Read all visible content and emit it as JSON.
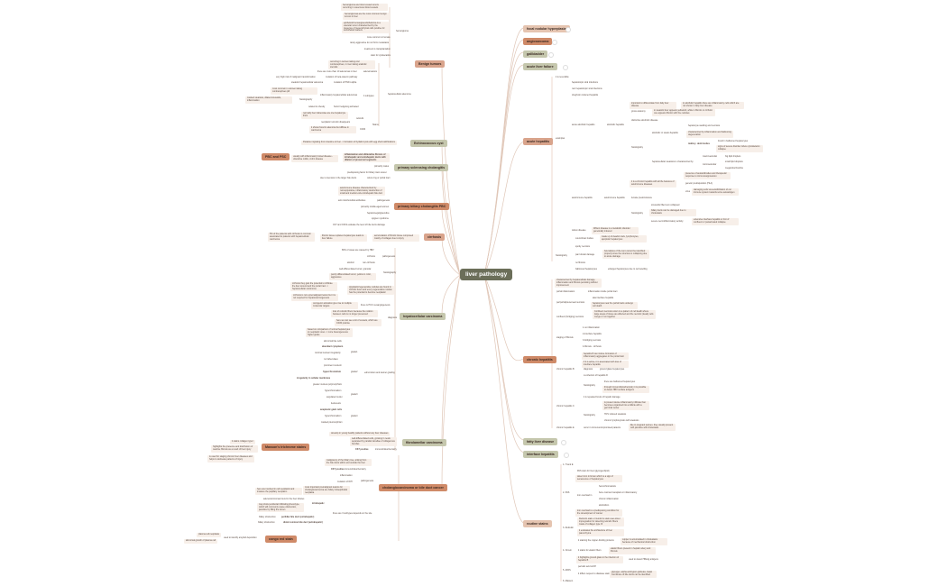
{
  "title": "liver pathology",
  "colors": {
    "root": "#6b6e59",
    "salmon": "#d9a48c",
    "orange": "#cf8a68",
    "olive": "#c5c7ad",
    "tan": "#e5c4b0",
    "leaf_bg": "#f7efe9",
    "link": "#e0c7b8"
  },
  "right_branches": {
    "focal_nodular_hyperplasia": "focal nodular hyperplasia",
    "angiosarcoma": "angiosarcoma",
    "gallbladder": "gallbladder",
    "acute_liver_failure": "acute liver failure",
    "acute_hepatitis": {
      "label": "acute hepatitis",
      "children": {
        "reversible": "it is reversible",
        "examples": "examples",
        "hep_viral": "hepatotropic viral infections",
        "nonhep_viral": "non hepatotropic viral infections",
        "drug": "drug/toxin induced hepatitis",
        "aah": "acute alcoholic hepatitis",
        "alcoholic_hepatitis": "alcoholic hepatitis",
        "diff_fatty": "important to differentiate from fatty liver disease",
        "diff_fatty_note": "in alcoholic hepatitis there are inflammatory cells which are not shown in fatty liver disease",
        "gross": "gross anatomy",
        "gross_note": "in steatotic liver appears yellowish, while in fibrotic or cirrhotic one appears fibrotic with fine nodules",
        "distinctive": "distinctive alcoholic disease",
        "histo": "histolograhy",
        "severe": "alcoholic or steato hepatitis",
        "swelling": "hepatocyte swelling and necrosis",
        "inflam": "characterized by inflammation and ballooning degeneration",
        "mallory": "mallory- denk bodies",
        "mallory_1": "found in ballooned hepatocytes",
        "mallory_2": "signs of severe disorder where cytoskeleton collapse",
        "steatosis": "hepatocellular steatosis is characterized by",
        "macro": "macrovesicular",
        "macro_note": "big lipid droplets",
        "micro": "microvesicular",
        "micro_1": "small lipid droplets",
        "micro_2": "megamitochondria",
        "aih": "autoimmune hepatitis",
        "aih2": "autoimmune hepatitis",
        "aih_chronic": "it is a chronic hepatitis with all the features of autoimmune diseases",
        "aih_1": "presence of autoantibodies and therapeutic response to immunosuppression",
        "aih_2": "genetic predisposition (HLA)",
        "aih_3": "virus",
        "aih_3_note": "damaging cells via sensibilization of our immune system towards some autoantigen",
        "female": "female predominance",
        "aih_histo": "histolograhy",
        "aih_h1": "sinusoids filled vein collapsed",
        "aih_h2": "biliary ducts can be damaged due to cholestasis",
        "aih_h3": "severe necroinflammatory activity",
        "aih_h3_note": "extensive interface hepatitis or foci of confluent or panacinated collapse",
        "wilson": "wilson disease",
        "wilson_note": "Wilson disease is a metabolic disorder genetically induced",
        "histopath": "histolograhy",
        "councilman": "councilman bodies",
        "councilman_note": "made up of dead/or dels, lymphocytes, apoptotic hepatocytes",
        "spotty": "spotty necrosis",
        "panlob": "pan lobular damage",
        "panlob_note": "boundaries of the zero cannot be identified properly since the structure is collapsing due to acute damage",
        "nofib": "no fibrosis",
        "ballooned": "ballooned hepatocytes",
        "ballooned_note": "enlarged hepatocytes due to cell swelling"
      }
    },
    "chronic_hepatitis": {
      "label": "chronic hepatitis",
      "children": {
        "intro": "characterized by hepatocellular damage, inflammation and fibrosis persisting without improvement",
        "portal": "portal inflammation",
        "portal_note": "inflammation inside portal tract",
        "periportal": "periportal/piecemeal necrosis",
        "periportal_1": "aka interface hepatitis",
        "periportal_2": "hepatocytes near the portal tracts undergo cell death",
        "confluent": "confluent (bridging) necrosis",
        "confluent_note": "Confluent necrosis refers to a pattern of cell death where large areas of tissue are affected and the necrotic (dead) cells merge or run together",
        "staging": "staging of fibrosis",
        "s1": "1-no inflammation",
        "s2": "2-interface hepatitis",
        "s3": "3-bridging necrosis",
        "s4": "4-fibrosis - cirrhosis",
        "hbv": "chronic hepatitis B",
        "hbv_1": "hepatitis B can induce formation of inflammatory aggregates in the portal tract",
        "hbv_2": "if it is active, it is associated with loss of interface hepatitis",
        "hbv_diag": "diagnosis",
        "hbv_diag_note": "ground glass hepatocytes",
        "hbv_coinf": "co-infection of hepatitis D",
        "hbv_histo": "histolograhy",
        "hbv_h1": "there are ballooned hepatocytes",
        "hbv_h2": "through immunohistochemistry it is possible to detect HBV surface antigens",
        "hcv": "chronic hepatitis C",
        "hcv_1": "it is repeated bouts of hepatic damage",
        "hcv_histo": "histolograhy",
        "hcv_h1": "is present dense inflammatory infiltrate that becomes organized into a follicle with a germinal center",
        "hcv_h2": "HCV induced steatosis",
        "hcv_h3": "chronic lymphocytosis with steatosis",
        "hev": "chronic hepatitis E",
        "hev_1": "occur in immunocompromised patients",
        "hev_2": "like in pregnant women, they usually present with jaundice with cholestasis"
      }
    },
    "fatty_liver_disease": "fatty liver disease",
    "interface_hepatitis": "interface hepatitis",
    "routine_stains": {
      "label": "routine stains",
      "children": {
        "he": "1- H and E",
        "pas": "2- PAS",
        "pas_1": "PAS stain for liver (glycogen/lipid)",
        "pas_2": "detect iron in brown which is a sign of senescence of hepatocytes",
        "iron": "iron overload in",
        "iron_1": "hemochromatosis",
        "iron_2": "bone marrow transplant or inflammatory",
        "iron_3": "chronic inflammation",
        "iron_4": "alcoholism",
        "iron_5": "iron overload is a predisposing condition for the development of cancer",
        "ret": "3- Reticulin",
        "ret_1": "Reticulin stain or Gordon's stain uses silver impregnation for detecting reticulin fibers made of collagen type III",
        "ret_2": "it evaluates the architecture of liver parenchyma",
        "orc": "4- Orcein",
        "orc_1": "it staining the copper-binding proteins",
        "orc_1_note": "copper is accumulated in cholestasis because of mechanical obstruction",
        "orc_2": "it stains for elastic fibers",
        "orc_2_note": "elastic fibers present in hepatic artery and fibrosis",
        "orc_3": "it highlights ground glass in the infection of hepatitis B",
        "orc_3_note": "used to detect HBsAg antigens",
        "dpas": "5- dPAS",
        "dpas_1": "periodic acid schiff",
        "dpas_2": "it differs respect to diastase stain",
        "dpas_2_note": "glycogen, alpha antitrypsin globules, basal membrane of bile ducts can be identified",
        "masson": "6- Masson"
      }
    }
  },
  "left_branches": {
    "benign_tumors": {
      "label": "Benign tumors",
      "children": {
        "hemangioma": "hemangioma",
        "h1": "hemangioma are blood vessel tumors occurring in cavernous blood vessels",
        "h2": "hemangiomas are the most common benign tumors in liver",
        "h3": "epithelioid hemangioendothelioma is a vascular tumor characterized by the presence of mesenchymal cells positive for endothelial markers",
        "h4": "more common in female",
        "h5": "rarely aggressive do not form metastasis",
        "h6": "treatment is transplantation",
        "h7": "stain for cytokeratins",
        "hca": "hepatocellular adenoma",
        "hca_1": "occurring in women taking oral contraceptives, in men taking anabolic steroids",
        "adenomatosis": "adenomatosis",
        "adenomatosis_note": "there are more than 10 adenomas in liver",
        "subtypes": "4 subtypes",
        "st1": "mutation of beta-catenin pathway",
        "st1_note": "very high risk of malignant transformation",
        "st2": "mutation of HNF1 alpha",
        "st2_note": "steatotic hepatocellular adenoma",
        "st3": "inflammatory hepatocellular adenomas",
        "st3_note1": "most common in women taking contraceptives pill",
        "st3_note2": "histolography",
        "st3_note3": "marked steatosis, dilated sinusoids, inflammation",
        "st4": "Sonic hedgehog activated",
        "st4_note": "related to obesity",
        "stains": "Stains",
        "gs": "reticulin",
        "gs_1": "normally liver trabeculae are one hepatocyte thick",
        "gs_2": "neoplastic reticulin disappears",
        "cd34": "CD34",
        "cd34_1": "it shows focal in adenoma but diffuse in carcinoma"
      }
    },
    "echinococcus_cyst": {
      "label": "Echinococcus cyst",
      "note": "Parasite migrating from intestine to liver -> formation of hydatid cysts with egg shell calcifications"
    },
    "pbc_psc": "PBC and PSC",
    "psc": {
      "label": "primary sclerosing cholangitis",
      "children": {
        "c1": "inflammation and obliterative fibrosis of intrahepatic and extrahepatic ducts with dilation of preserved segments",
        "c1_note": "usually with inflammatory bowel disease - ulcerative colitis, crohn disease",
        "c2": "primarily males",
        "c3": "predisposing factor for biliary tract cancer",
        "c4": "onion-ring or portal tract",
        "c4_note": "due to stenosis in the larger bile ducts"
      }
    },
    "pbc": {
      "label": "primary biliary cholangitis PBC",
      "children": {
        "c1": "autoimmune disease characterized by nonsuppurative, inflammatory destruction of small and medium-size intrahepatic bile duct",
        "c2": "pathogenesis",
        "c2_note": "anti mitochondrial antibodies",
        "c3": "primarily middle-aged women",
        "c4": "hepatomegaly/jaundice",
        "c5": "sjogren syndrome",
        "c6": "CK7 and CK19 evaluate the level of bile ducts damage"
      }
    },
    "cirrhosis": {
      "label": "cirrhosis",
      "children": {
        "c1": "accumulation of fibrotic tissue composed mainly of collagen due to injury",
        "c2": "fibrotic tissue replaces hepatocytes leads to liver failure",
        "c3": "5% of the patients with cirrhosis in common associated to patients with hepatocellular carcinoma"
      }
    },
    "hcc": {
      "label": "hepatocellular carcinoma",
      "children": {
        "patho": "pathogenesis",
        "p1": "80% of cases are caused by HBV",
        "p2": "cirrhosis",
        "p3": "non-cirrhosis",
        "p3_note": "alcohol",
        "histo": "histolography",
        "hi1": "well-differentiated tumor, granular",
        "hi2": "poorly differentiated tumor, yellow in color, aggressive",
        "dys": "dysplastic/regenerative nodules are found in cirrhotic livers and every regenerative nodule has the potential to become neoplastic",
        "dys1": "cirrhosis they gain the potential to infiltrate the liver around and the portal tract -> hepatocellular carcinoma",
        "dys2": "cirrhosis is not a premalignant lesion but it is not required for hepatocarcinogenesis",
        "ang": "there is HCC neoangiogenesis",
        "ang_note": "oncogenic activation give rise to multiple molecular targets",
        "diag": "diagnosis",
        "d1": "loss of reticulin fibers because the relation between cells is no longer preserved",
        "d2": "here we can see a lot of vessels, which are CD34 positive",
        "grading": "edmondson and steiner grading",
        "g_intro": "based on comparison of normal hepatocytes to neoplastic ones -> more heterogeneous higher grade",
        "g1": "grade1",
        "g1a": "abnormal like cells",
        "g1b": "abundant cytoplasm",
        "g1c": "minimal nuclear irregularity",
        "g1d": "no trabeculaes",
        "g2": "grade2",
        "g2a": "prominent nucleoli",
        "g2b": "hyperchromatism",
        "g2c": "irregularity in cellular membrane",
        "g3": "grade3",
        "g3a": "greater nucleus polymorphism",
        "g3b": "hyperchromatism",
        "g3c": "angulated nuclei",
        "g3d": "tiedenesis",
        "g4": "grade4",
        "g4a": "anaplastic giant cells",
        "g4b": "hyperchromatism",
        "g4c": "marked pleomorphism"
      }
    },
    "fibrolamellar": {
      "label": "fibrolamellar carcinoma",
      "children": {
        "c1": "develop in young healthy patients without any liver diseases",
        "c2": "well-differentiated cells, growing in nests separated by parallel lamellae of collagenous bundles",
        "c3": "CK7 positive",
        "c3_note": "immunohistochemistry"
      }
    },
    "masson_trichrome": {
      "label": "Masson's trichrome stains",
      "children": {
        "c1": "it stains collagen type I",
        "c2": "highlights the presence and distribution of reactive fibrosis as a result of liver injury",
        "c3": "is used for staging chronic liver diseases and helps to delineate patterns of injury"
      }
    },
    "cholangio": {
      "label": "cholangiocarcinoma or bile duct cancer",
      "children": {
        "c1": "malignancy of the biliary tree, arising from the bile ducts within and outside the liver",
        "c2": "CK7 positive",
        "c2_note": "immunohistochemistry",
        "patho": "pathogenesis",
        "p1": "inflammation",
        "p2": "mutation of IDH",
        "p3": "most important premalignant lesions for cholangiocarcinoma are biliary intraepithelial neoplasia",
        "p3_note": "here are involved in cell neoplastic and invasive the papillary neoplasm",
        "subtypes": "there are 3 subtypes depends on the site",
        "intra": "intrahepatic",
        "intra_1": "adenocarcinomas found in the liver lobules",
        "intra_2": "may show periductal infiltrating phenotype, which will commonly cause obstruction, jaundice by filling the lumen",
        "perihilar": "perihilar bile duct (extrahepatic)",
        "perihilar_note": "biliary obstruction",
        "distal": "distal common bile duct (extrahepatic)",
        "distal_note": "biliary obstruction"
      }
    },
    "congo_red": {
      "label": "congo red stain",
      "children": {
        "c1": "used to identify amyloid deposition",
        "c2": "plasma cell neoplasia",
        "c3": "abnormal growth of plasma cell"
      }
    }
  }
}
